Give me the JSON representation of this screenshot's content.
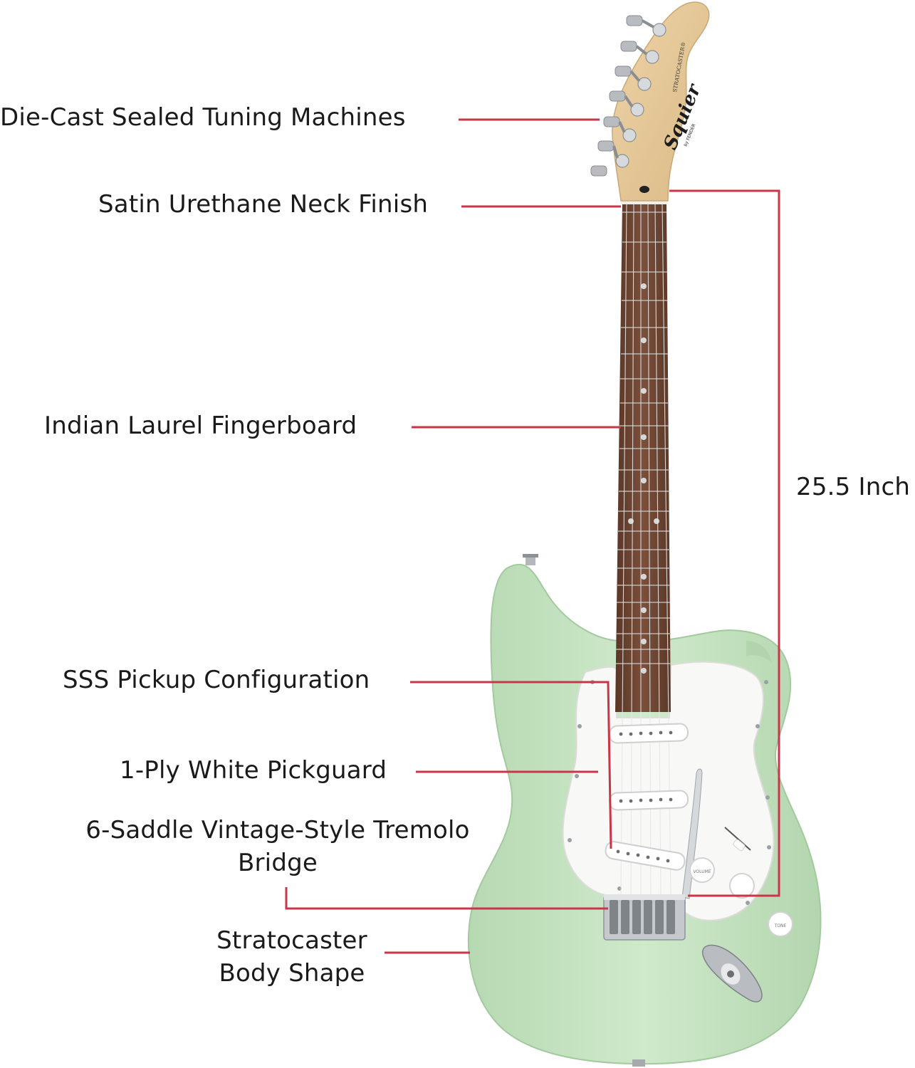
{
  "diagram": {
    "leader_color": "#c8364a",
    "labels": {
      "tuning_machines": "Die-Cast Sealed Tuning Machines",
      "neck_finish": "Satin Urethane Neck Finish",
      "fingerboard": "Indian Laurel Fingerboard",
      "pickup_config": "SSS Pickup Configuration",
      "pickguard": "1-Ply White Pickguard",
      "bridge_line1": "6-Saddle Vintage-Style Tremolo",
      "bridge_line2": "Bridge",
      "body_line1": "Stratocaster",
      "body_line2": "Body Shape",
      "scale_length": "25.5 Inch"
    },
    "headstock": {
      "brand": "Squier",
      "model": "STRATOCASTER®",
      "maker": "by FENDER"
    },
    "controls": {
      "volume": "VOLUME",
      "tone": "TONE"
    },
    "colors": {
      "body": "#c4e3c0",
      "fingerboard": "#6e4634",
      "headstock": "#e5c79a",
      "pickguard": "#f8f8f6",
      "chrome": "#c9ccd0"
    }
  }
}
